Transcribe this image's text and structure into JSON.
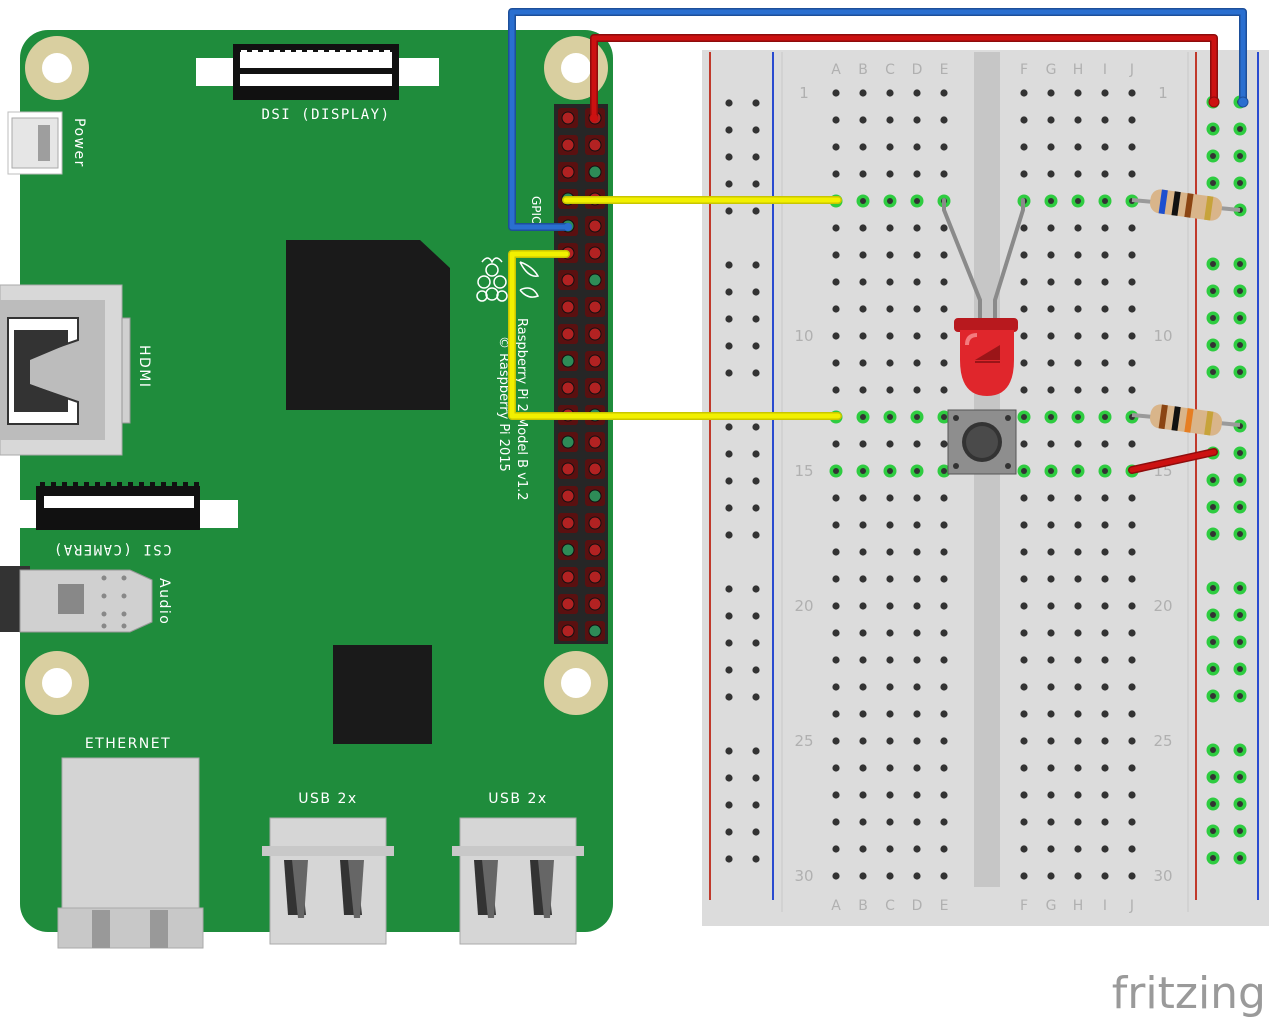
{
  "pi": {
    "labels": {
      "dsi": "DSI (DISPLAY)",
      "power": "Power",
      "hdmi": "HDMI",
      "csi": "CSI (CAMERA)",
      "audio": "Audio",
      "ethernet": "ETHERNET",
      "usb1": "USB 2x",
      "usb2": "USB 2x",
      "gpio": "GPIO",
      "model": "Raspberry Pi 2 Model B v1.2",
      "copyright": "© Raspberry Pi 2015"
    },
    "colors": {
      "board": "#1f8c3c",
      "chip": "#1a1a1a",
      "mount": "#d9cfa0"
    }
  },
  "breadboard": {
    "columns_left": [
      "A",
      "B",
      "C",
      "D",
      "E"
    ],
    "columns_right": [
      "F",
      "G",
      "H",
      "I",
      "J"
    ],
    "row_numbers": [
      "1",
      "10",
      "15",
      "20",
      "25",
      "30"
    ],
    "rows": 30,
    "colors": {
      "body": "#dcdcdc",
      "rail_red": "#c0392b",
      "rail_blue": "#2a4bd0",
      "active_hole": "#2ecc40"
    }
  },
  "wires": {
    "blue": "#2a6fd0",
    "red": "#cc1111",
    "yellow": "#f2f000"
  },
  "components": [
    "led-red",
    "push-button",
    "resistor-1",
    "resistor-2"
  ],
  "brand": {
    "logo": "fritzing"
  }
}
